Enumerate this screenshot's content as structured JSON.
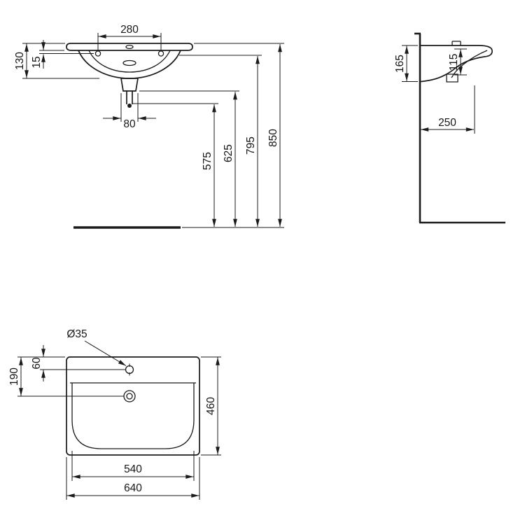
{
  "drawing": {
    "front_view": {
      "tap_centers_width": "280",
      "basin_height": "130",
      "rim_to_hole": "15",
      "waste_width": "80",
      "trap_height": "575",
      "waste_height": "625",
      "underside_height": "795",
      "rim_height": "850"
    },
    "side_view": {
      "front_height": "165",
      "inner_depth": "115",
      "wall_clearance": "250"
    },
    "plan_view": {
      "tap_hole_diameter": "Ø35",
      "tap_hole_offset": "60",
      "waste_offset": "190",
      "overall_depth": "460",
      "bowl_width": "540",
      "overall_width": "640"
    }
  }
}
